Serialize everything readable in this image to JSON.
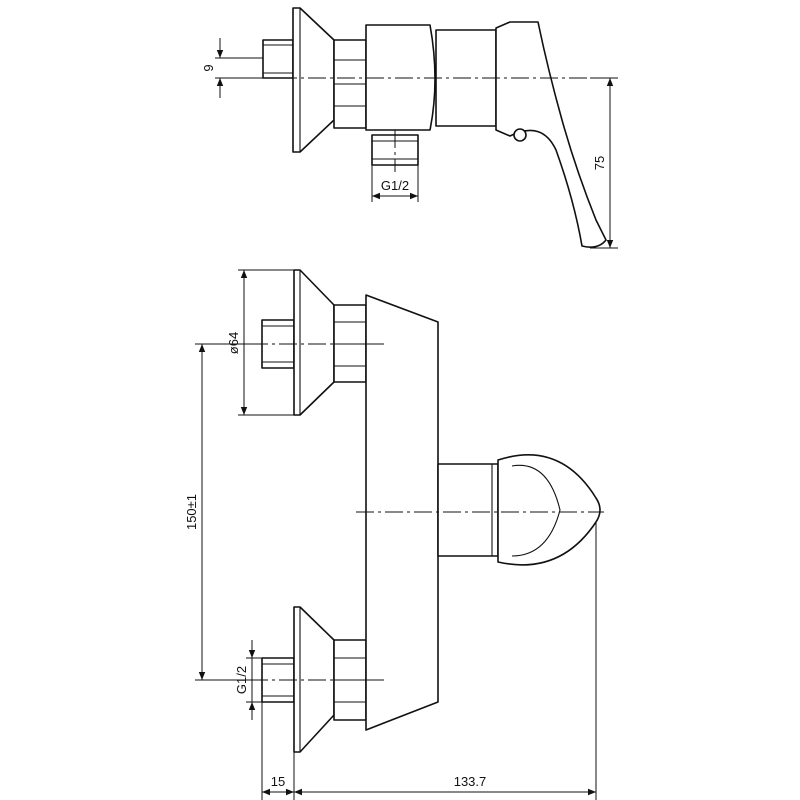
{
  "drawing": {
    "top_view": {
      "dim_pipe_diameter": "9",
      "dim_outlet_thread": "G1/2",
      "dim_height": "75"
    },
    "front_view": {
      "dim_rosette_diameter": "ø64",
      "dim_center_distance": "150±1",
      "dim_inlet_thread": "G1/2",
      "dim_connector_length": "15",
      "dim_overall_depth": "133.7"
    }
  }
}
